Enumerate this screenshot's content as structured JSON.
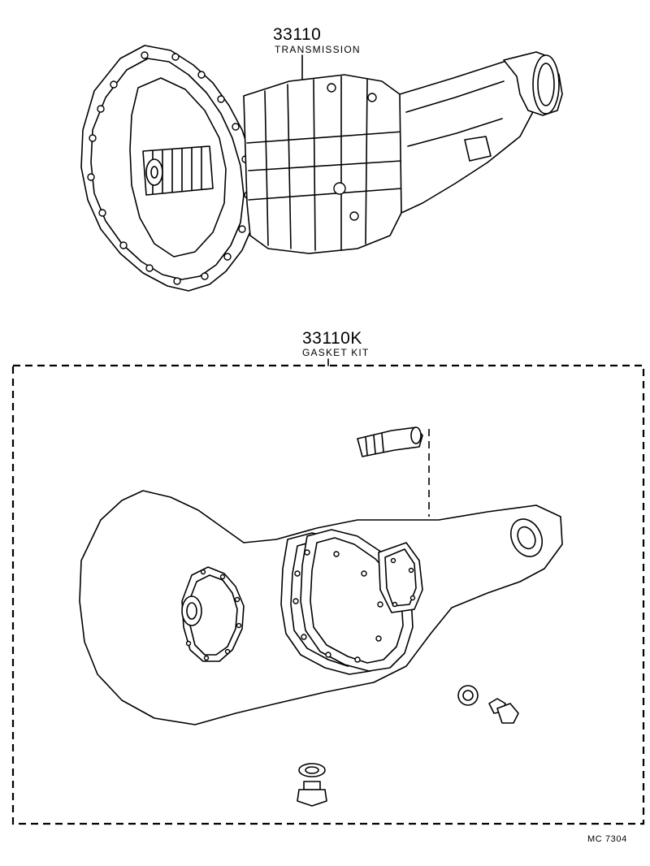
{
  "transmission": {
    "part_number": "33110",
    "part_name": "TRANSMISSION"
  },
  "gasket_kit": {
    "part_number": "33110K",
    "part_name": "GASKET KIT"
  },
  "diagram_code": "MC 7304"
}
